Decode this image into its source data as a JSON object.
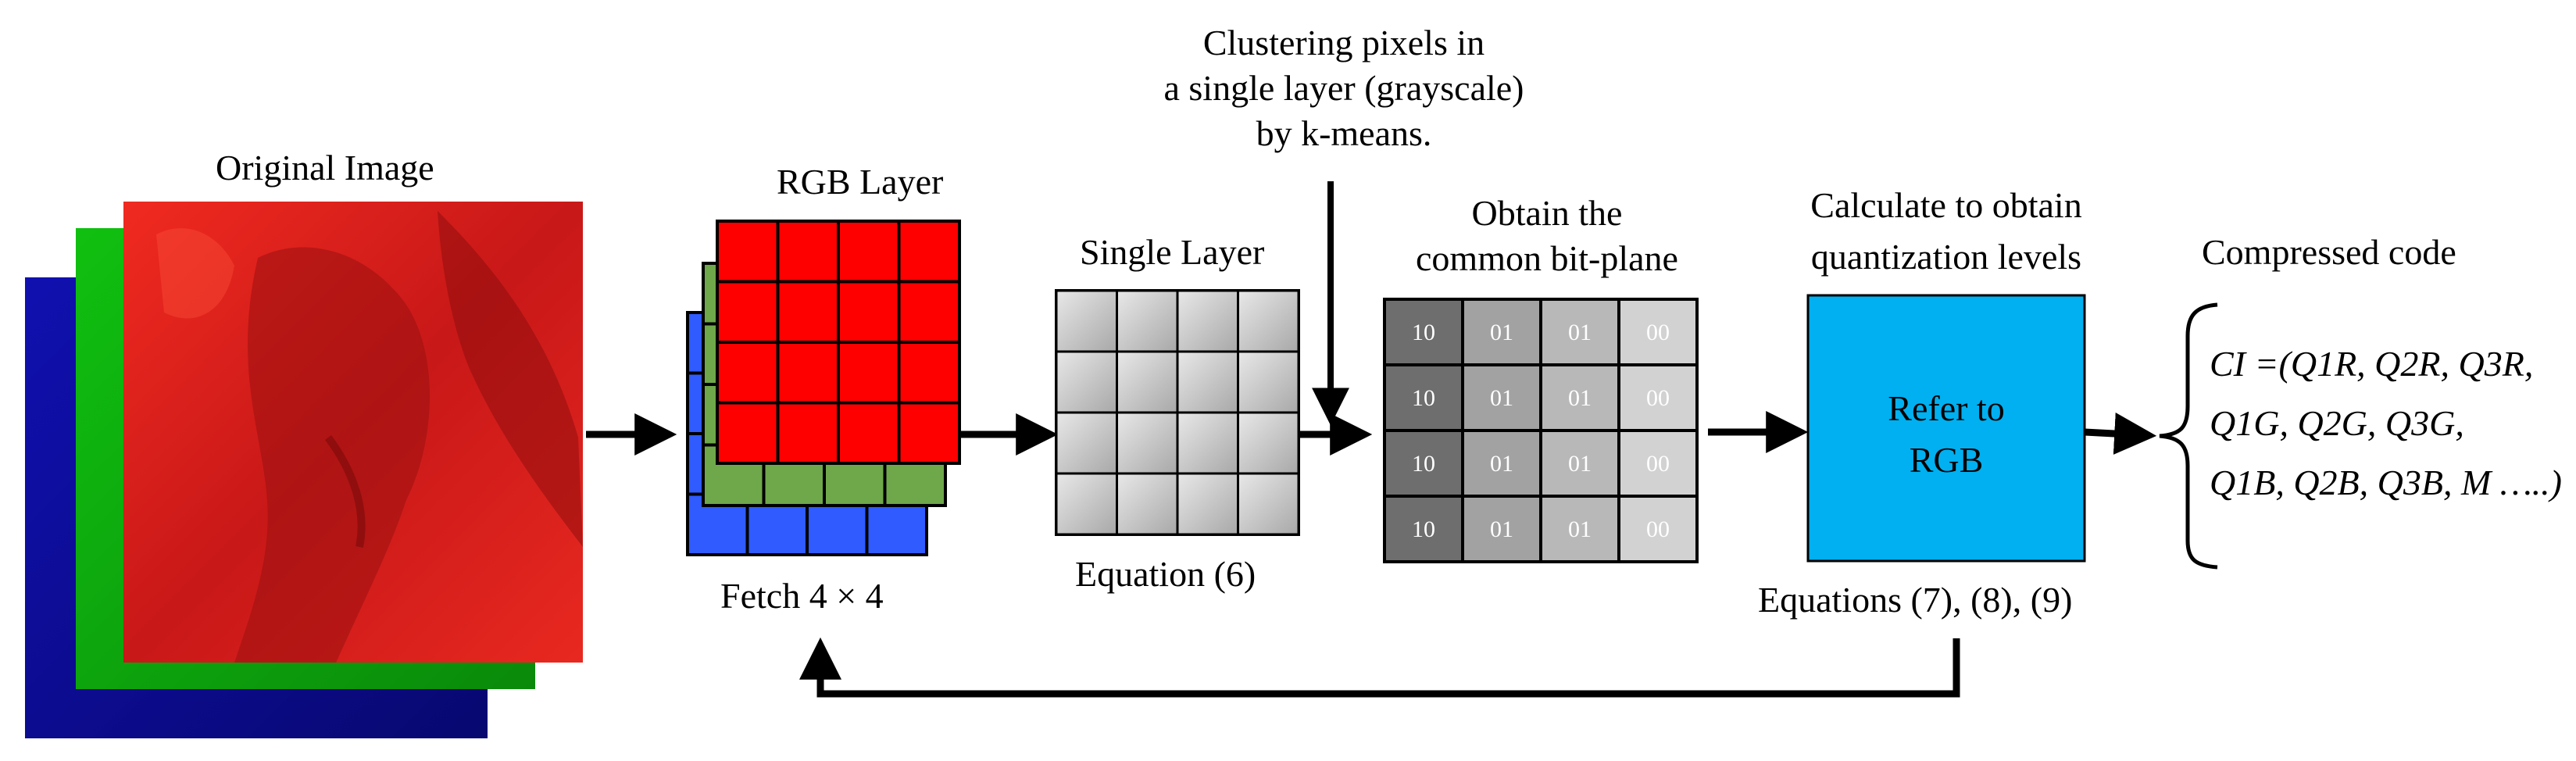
{
  "labels": {
    "original_image": "Original Image",
    "rgb_layer": "RGB Layer",
    "fetch": "Fetch 4 × 4",
    "single_layer": "Single Layer",
    "equation6": "Equation (6)",
    "clustering_line1": "Clustering pixels in",
    "clustering_line2": "a single layer (grayscale)",
    "clustering_line3": "by k-means.",
    "bitplane_line1": "Obtain the",
    "bitplane_line2": "common bit-plane",
    "calc_line1": "Calculate to obtain",
    "calc_line2": "quantization levels",
    "refer_line1": "Refer to",
    "refer_line2": "RGB",
    "equations789": "Equations (7), (8), (9)",
    "compressed": "Compressed code"
  },
  "bitplane": {
    "rows": [
      [
        "10",
        "01",
        "01",
        "00"
      ],
      [
        "10",
        "01",
        "01",
        "00"
      ],
      [
        "10",
        "01",
        "01",
        "00"
      ],
      [
        "10",
        "01",
        "01",
        "00"
      ]
    ]
  },
  "compressed_code": {
    "line1": "CI =(Q1R, Q2R, Q3R,",
    "line2": "Q1G, Q2G, Q3G,",
    "line3": "Q1B, Q2B, Q3B, M …..)"
  },
  "colors": {
    "red_layer": "#ff0000",
    "green_layer": "#6fa84a",
    "blue_layer": "#2f5bff",
    "image_red": "#e8201c",
    "image_green": "#13b813",
    "image_blue": "#0c0c9a",
    "refer_box": "#00b0f0"
  }
}
